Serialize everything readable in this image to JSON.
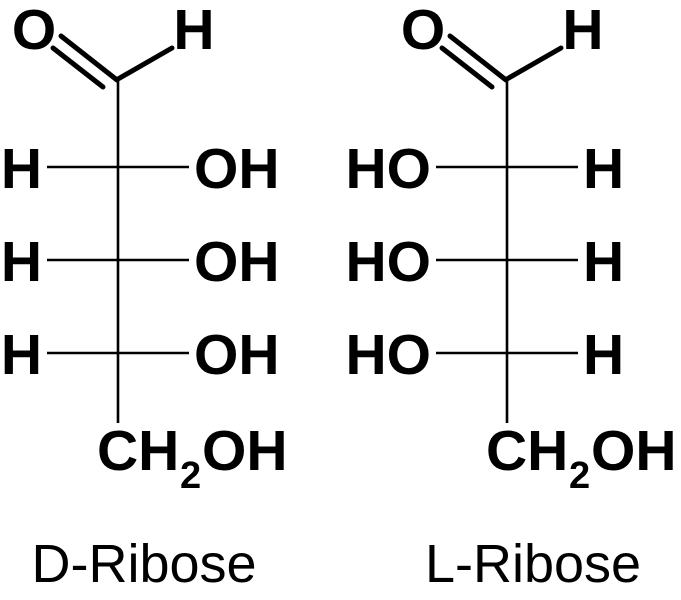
{
  "colors": {
    "ink": "#000000",
    "background": "#FFFFFF"
  },
  "molecules": [
    {
      "name": "D-Ribose",
      "carbonyl_oxygen": "O",
      "carbonyl_hydrogen": "H",
      "rungs": [
        {
          "left": "H",
          "right": "OH"
        },
        {
          "left": "H",
          "right": "OH"
        },
        {
          "left": "H",
          "right": "OH"
        }
      ],
      "terminal_group": {
        "main": "CH",
        "subscript": "2",
        "tail": "OH"
      }
    },
    {
      "name": "L-Ribose",
      "carbonyl_oxygen": "O",
      "carbonyl_hydrogen": "H",
      "rungs": [
        {
          "left": "HO",
          "right": "H"
        },
        {
          "left": "HO",
          "right": "H"
        },
        {
          "left": "HO",
          "right": "H"
        }
      ],
      "terminal_group": {
        "main": "CH",
        "subscript": "2",
        "tail": "OH"
      }
    }
  ]
}
